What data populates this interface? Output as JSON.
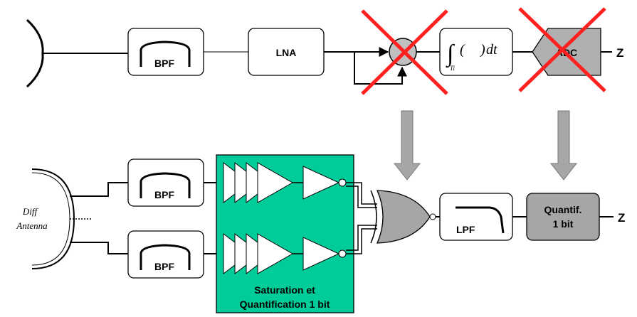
{
  "top_chain": {
    "bpf": "BPF",
    "lna": "LNA",
    "integrator": {
      "lower_limit": "Ti",
      "open": "(",
      "close": ")",
      "dt": "dt"
    },
    "adc": "ADC",
    "output": "Z"
  },
  "bottom_chain": {
    "antenna": {
      "line1": "Diff",
      "line2": "Antenna"
    },
    "bpf_top": "BPF",
    "bpf_bottom": "BPF",
    "saturation": {
      "line1": "Saturation et",
      "line2": "Quantification 1 bit"
    },
    "lpf": "LPF",
    "quantif": {
      "line1": "Quantif.",
      "line2": "1 bit"
    },
    "output": "Z"
  },
  "colors": {
    "saturation_fill": "#00cc99",
    "gray_block": "#b0b0b0",
    "cross": "#ff2020",
    "arrow": "#a6a6a6"
  }
}
